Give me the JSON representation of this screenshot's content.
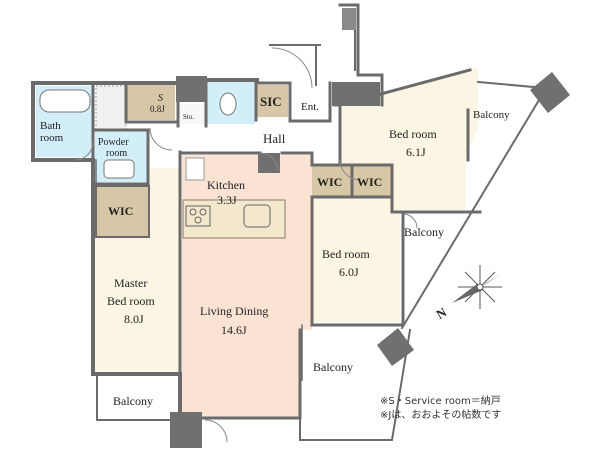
{
  "rooms": {
    "bath": {
      "line1": "Bath",
      "line2": "room"
    },
    "service": {
      "line1": "S",
      "line2": "0.8J"
    },
    "storage": {
      "label": "Sto."
    },
    "sic": {
      "label": "SIC"
    },
    "entrance": {
      "label": "Ent."
    },
    "powder": {
      "line1": "Powder",
      "line2": "room"
    },
    "hall": {
      "label": "Hall"
    },
    "bedroom1": {
      "line1": "Bed room",
      "line2": "6.1J"
    },
    "balcony_ne": {
      "label": "Balcony"
    },
    "kitchen": {
      "line1": "Kitchen",
      "line2": "3.3J"
    },
    "wic_center_a": {
      "label": "WIC"
    },
    "wic_center_b": {
      "label": "WIC"
    },
    "wic_left": {
      "label": "WIC"
    },
    "balcony_e": {
      "label": "Balcony"
    },
    "bedroom2": {
      "line1": "Bed room",
      "line2": "6.0J"
    },
    "master": {
      "line1": "Master",
      "line2": "Bed room",
      "line3": "8.0J"
    },
    "living": {
      "line1": "Living Dining",
      "line2": "14.6J"
    },
    "balcony_se": {
      "label": "Balcony"
    },
    "balcony_sw": {
      "label": "Balcony"
    }
  },
  "compass": {
    "north": "N"
  },
  "notes": [
    "※S・Service room＝納戸",
    "※Jは、おおよその帖数です"
  ],
  "colors": {
    "wall": "#6b6b6b",
    "pillar": "#707070",
    "beige": "#fbf6e3",
    "bath": "#d2eef8",
    "living": "#fbe3d4",
    "closet": "#d7c7a6",
    "tan": "#dcc9a4",
    "hall": "#ffffff"
  }
}
